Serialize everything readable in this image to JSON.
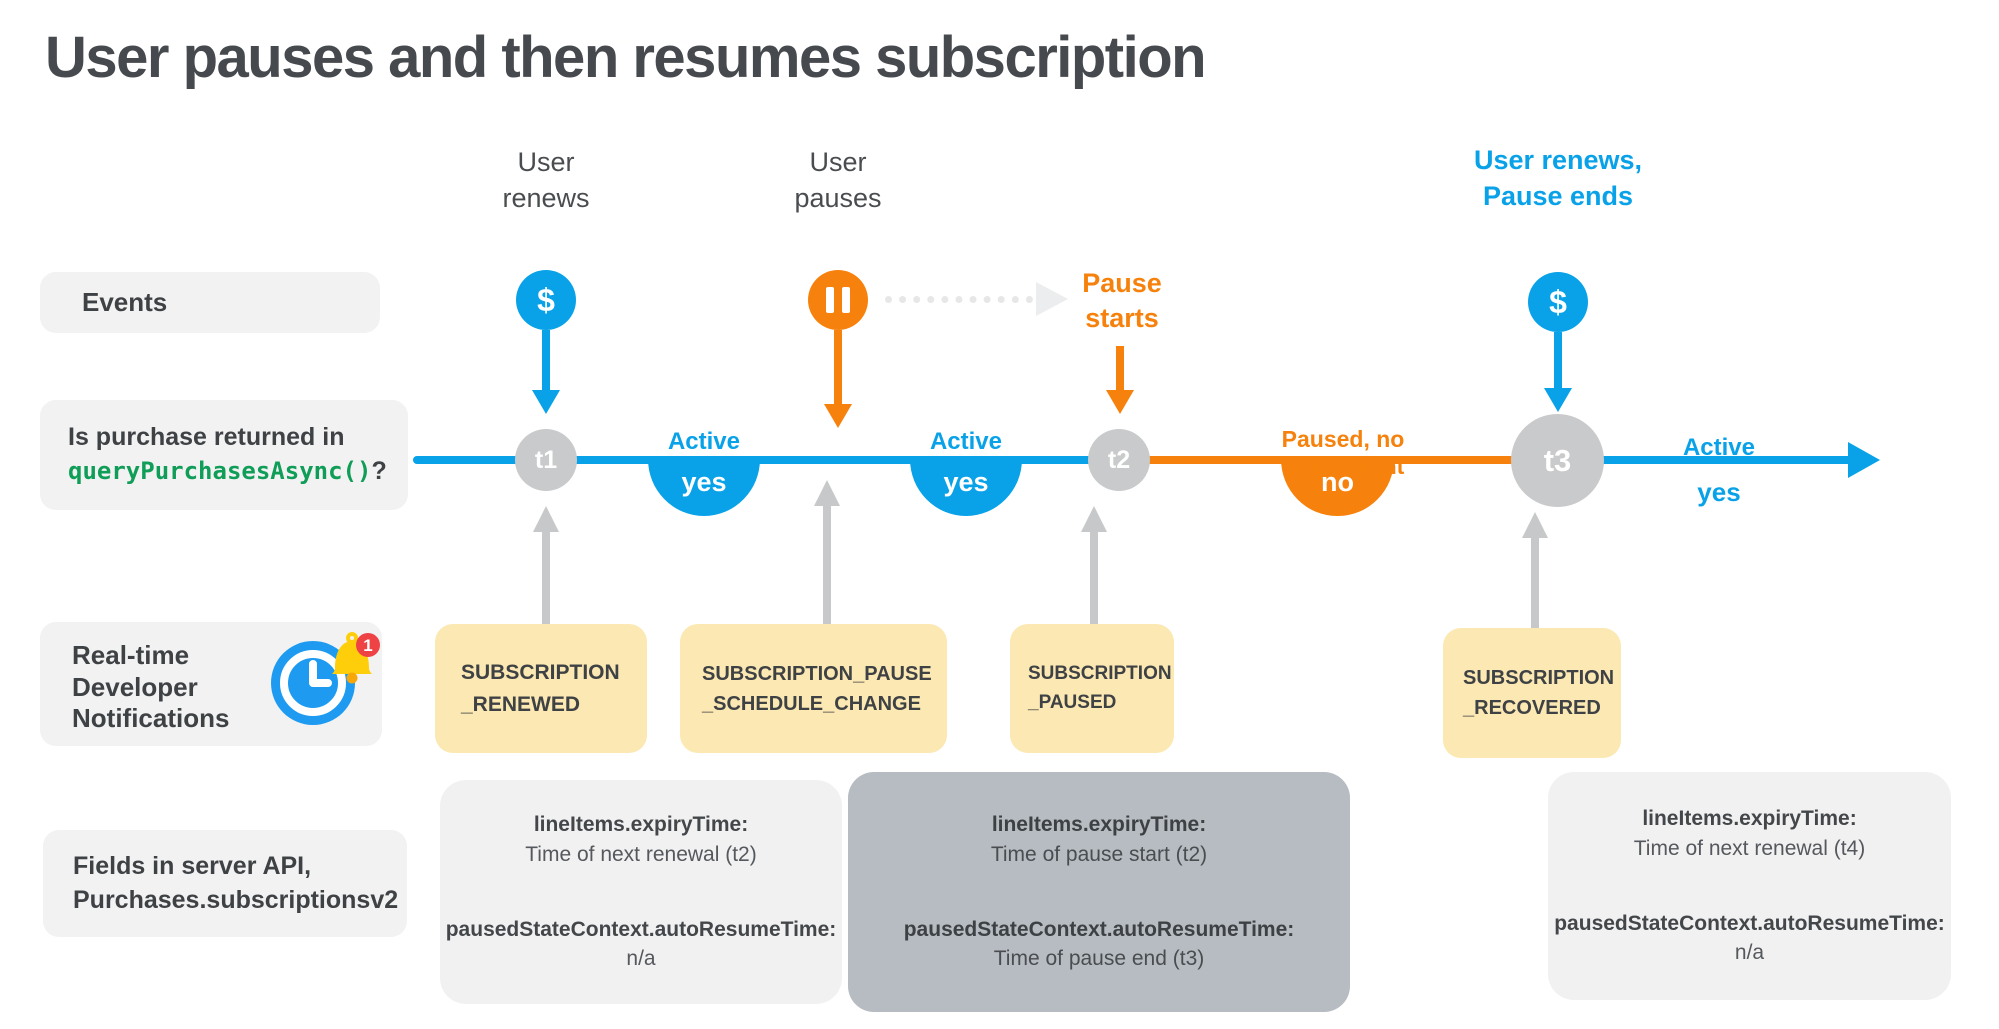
{
  "title": "User pauses and then resumes subscription",
  "rows": {
    "events_label": "Events",
    "purchase_q": {
      "line1": "Is purchase returned in",
      "code": "queryPurchasesAsync()",
      "suffix": "?"
    },
    "rtdn_label": "Real-time Developer Notifications",
    "rtdn_badge": "1",
    "fields_label_line1": "Fields in server API,",
    "fields_label_line2": "Purchases.subscriptionsv2"
  },
  "events": {
    "renew1": {
      "label": "User renews",
      "icon": "$"
    },
    "pause": {
      "label": "User pauses"
    },
    "pause_starts": {
      "line1": "Pause",
      "line2": "starts"
    },
    "renew2": {
      "line1": "User renews,",
      "line2": "Pause ends",
      "icon": "$"
    }
  },
  "timeline": {
    "t1": "t1",
    "t2": "t2",
    "t3": "t3",
    "seg1": {
      "state": "Active",
      "entitled": "yes"
    },
    "seg2": {
      "state": "Active",
      "entitled": "yes"
    },
    "seg3": {
      "state": "Paused, no entitlement",
      "entitled": "no"
    },
    "seg4": {
      "state": "Active",
      "entitled": "yes"
    }
  },
  "notifications": [
    {
      "line1": "SUBSCRIPTION",
      "line2": "_RENEWED"
    },
    {
      "line1": "SUBSCRIPTION_PAUSE",
      "line2": "_SCHEDULE_CHANGE"
    },
    {
      "line1": "SUBSCRIPTION",
      "line2": "_PAUSED"
    },
    {
      "line1": "SUBSCRIPTION",
      "line2": "_RECOVERED"
    }
  ],
  "api_fields": [
    {
      "field1": "lineItems.expiryTime:",
      "value1": "Time of next renewal (t2)",
      "field2": "pausedStateContext.autoResumeTime:",
      "value2": "n/a"
    },
    {
      "field1": "lineItems.expiryTime:",
      "value1": "Time of pause start (t2)",
      "field2": "pausedStateContext.autoResumeTime:",
      "value2": "Time of pause end (t3)"
    },
    {
      "field1": "lineItems.expiryTime:",
      "value1": "Time of next renewal (t4)",
      "field2": "pausedStateContext.autoResumeTime:",
      "value2": "n/a"
    }
  ],
  "colors": {
    "active_blue": "#09A2E8",
    "paused_orange": "#F6820D",
    "node_gray": "#C9CACB",
    "notification_yellow": "#FCE8B2",
    "api_light_gray": "#F1F1F2",
    "api_mid_gray": "#B6BCC2",
    "code_green": "#0F9D58",
    "badge_red": "#EE4245",
    "bell_yellow": "#FFCE0A"
  }
}
